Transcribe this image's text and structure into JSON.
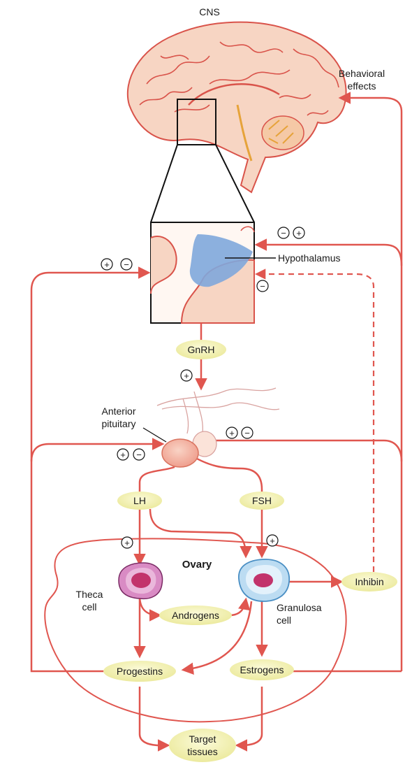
{
  "labels": {
    "cns": "CNS",
    "behavioral_line1": "Behavioral",
    "behavioral_line2": "effects",
    "hypothalamus": "Hypothalamus",
    "anterior_line1": "Anterior",
    "anterior_line2": "pituitary",
    "ovary": "Ovary",
    "theca_line1": "Theca",
    "theca_line2": "cell",
    "granulosa_line1": "Granulosa",
    "granulosa_line2": "cell"
  },
  "hormones": {
    "gnrh": "GnRH",
    "lh": "LH",
    "fsh": "FSH",
    "androgens": "Androgens",
    "inhibin": "Inhibin",
    "progestins": "Progestins",
    "estrogens": "Estrogens",
    "target_line1": "Target",
    "target_line2": "tissues"
  },
  "signs": {
    "plus": "+",
    "minus": "−"
  },
  "colors": {
    "arrow": "#e0564f",
    "pill": "#f2f0b0",
    "brain": "#f7d5c3",
    "brain_line": "#d9534a",
    "hypothalamus": "#7fa7dc",
    "theca": "#d98bc4",
    "granulosa": "#bcdcf2",
    "nucleus": "#c2336b"
  }
}
